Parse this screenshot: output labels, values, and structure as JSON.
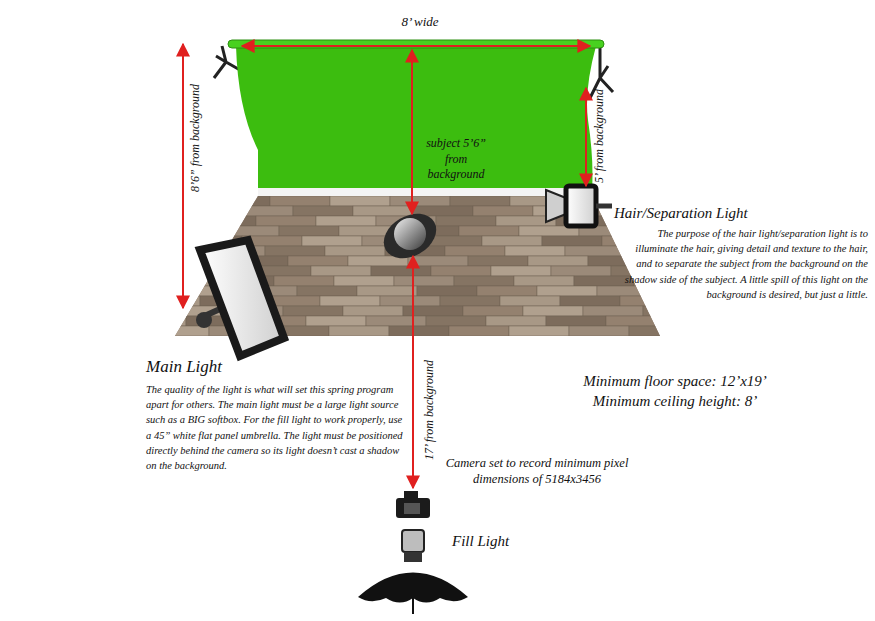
{
  "diagram": {
    "labels": [
      "8’ wide",
      "subject 5’6” from background",
      "5’ from background",
      "8’6” from background",
      "Hair/Separation Light",
      "The purpose of the hair light/separation light is to illuminate the hair, giving detail and texture to the hair, and to separate the subject from the background on the shadow side of the subject. A little spill of this light on the background is desired, but just a little.",
      "Main Light",
      "The quality of the light is what will set this spring program apart for others. The main light must be a large light source such as a BIG softbox. For the fill light to work properly, use a 45” white flat panel umbrella. The light must be positioned directly behind the camera so its light doesn’t cast a shadow on the background.",
      "17’ from background",
      "Minimum floor space: 12’x19’",
      "Minimum ceiling height: 8’",
      "Camera set to record minimum pixel dimensions of 5184x3456",
      "Fill Light"
    ]
  }
}
